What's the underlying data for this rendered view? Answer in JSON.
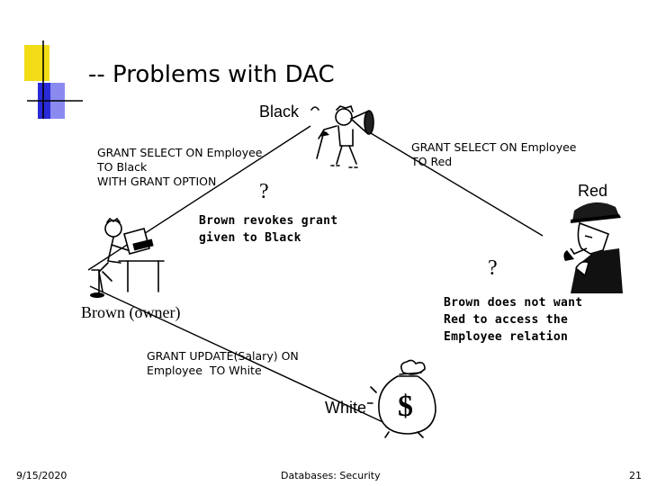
{
  "slide": {
    "title": "-- Problems with DAC",
    "date": "9/15/2020",
    "footer": "Databases: Security",
    "page_number": "21"
  },
  "nodes": {
    "black": "Black",
    "red": "Red",
    "white": "White",
    "brown": "Brown (owner)"
  },
  "edges": {
    "brown_to_black": "GRANT SELECT ON Employee\nTO Black\nWITH GRANT OPTION",
    "black_to_red": "GRANT SELECT ON Employee\nTO Red",
    "brown_to_white": "GRANT UPDATE(Salary) ON\nEmployee  TO White"
  },
  "annotations": {
    "revoke": "Brown revokes grant\ngiven to Black",
    "concern": "Brown does not want\nRed to access the\nEmployee relation",
    "question_1": "?",
    "question_2": "?"
  },
  "colors": {
    "deco_yellow": "#f2dc16",
    "deco_blue": "#2222dd",
    "line": "#000000"
  },
  "icons": {
    "white_bag_symbol": "$"
  }
}
